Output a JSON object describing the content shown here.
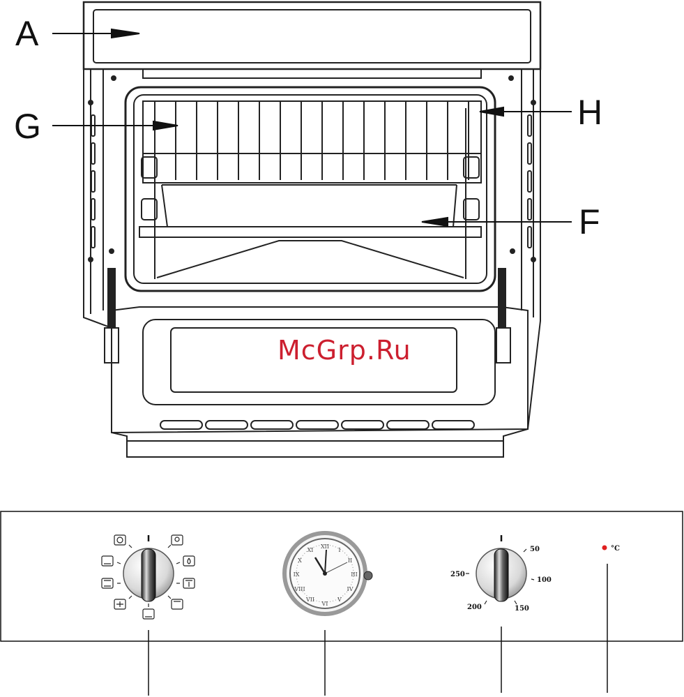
{
  "oven_labels": {
    "a": "A",
    "g": "G",
    "h": "H",
    "f": "F"
  },
  "watermark": "McGrp.Ru",
  "control_panel": {
    "function_icons": [
      "fan-icon",
      "bottom-heat-icon",
      "top-bottom-heat-icon",
      "fan-bottom-heat-icon",
      "lamp-icon",
      "defrost-icon",
      "grill-icon",
      "top-heat-icon",
      "off-mark"
    ],
    "clock_numerals": [
      "XII",
      "I",
      "II",
      "III",
      "IV",
      "V",
      "VI",
      "VII",
      "VIII",
      "IX",
      "X",
      "XI"
    ],
    "thermostat": {
      "t50": "50",
      "t100": "100",
      "t150": "150",
      "t200": "200",
      "t250": "250"
    },
    "indicator": {
      "unit": "°C",
      "color": "#e02020"
    }
  }
}
